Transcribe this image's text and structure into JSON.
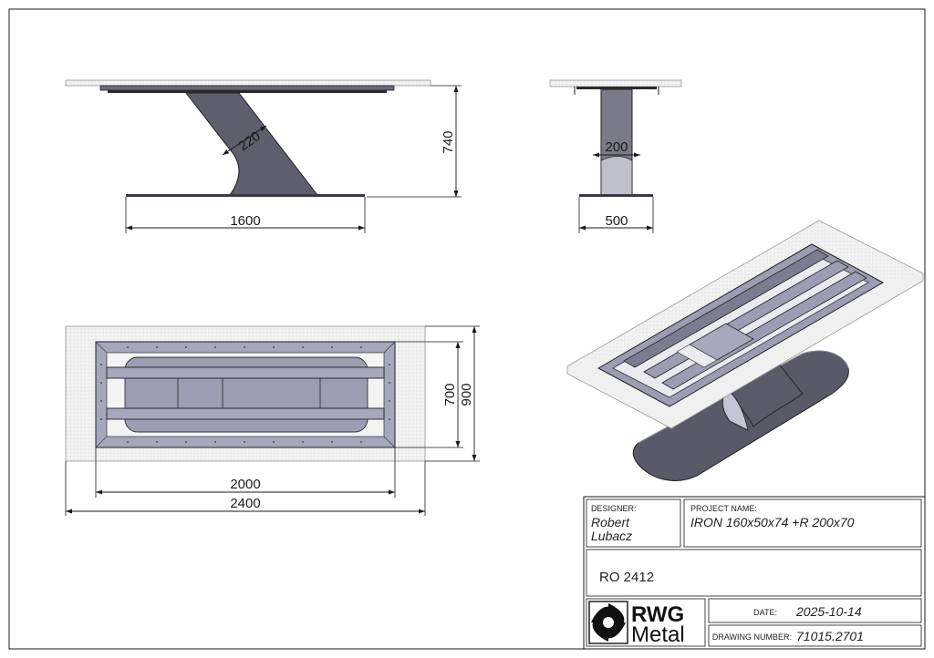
{
  "dimensions": {
    "front_length": "1600",
    "front_height": "740",
    "front_leg_width": "220",
    "side_leg_width": "200",
    "side_base_width": "500",
    "top_inner_width": "700",
    "top_outer_width": "900",
    "top_inner_length": "2000",
    "top_outer_length": "2400"
  },
  "title_block": {
    "designer_label": "DESIGNER:",
    "designer_first": "Robert",
    "designer_last": "Lubacz",
    "project_label": "PROJECT NAME:",
    "project_name": "IRON 160x50x74 +R 200x70",
    "code": "RO 2412",
    "logo_line1": "RWG",
    "logo_line2": "Metal",
    "date_label": "DATE:",
    "date_value": "2025-10-14",
    "drawing_number_label": "DRAWING NUMBER:",
    "drawing_number_value": "71015.2701"
  },
  "colors": {
    "steel": "#5a5a66",
    "steel_light": "#9494a8",
    "steel_pale": "#c8c8d8",
    "glass": "#ececec",
    "line": "#1a1a1a"
  }
}
